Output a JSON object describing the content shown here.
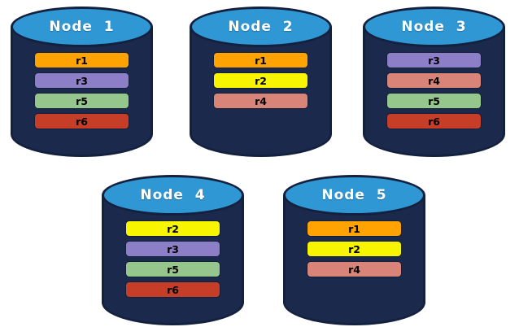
{
  "diagram": {
    "description": "Five database nodes with replica ranges",
    "nodes": [
      {
        "label": "Node  1",
        "replicas": [
          "r1",
          "r3",
          "r5",
          "r6"
        ]
      },
      {
        "label": "Node  2",
        "replicas": [
          "r1",
          "r2",
          "r4"
        ]
      },
      {
        "label": "Node  3",
        "replicas": [
          "r3",
          "r4",
          "r5",
          "r6"
        ]
      },
      {
        "label": "Node  4",
        "replicas": [
          "r2",
          "r3",
          "r5",
          "r6"
        ]
      },
      {
        "label": "Node  5",
        "replicas": [
          "r1",
          "r2",
          "r4"
        ]
      }
    ]
  },
  "colors": {
    "r1": "#FFA302",
    "r2": "#F7F500",
    "r3": "#8D7EC8",
    "r4": "#D98478",
    "r5": "#95C78C",
    "r6": "#C63D28",
    "cyl-body": "#1B2A4C",
    "cyl-top": "#2F97D4",
    "cyl-edge": "#13203E",
    "node-label": "#FFFFFF",
    "bar-text": "#000000",
    "page-bg": "#FFFFFF"
  }
}
